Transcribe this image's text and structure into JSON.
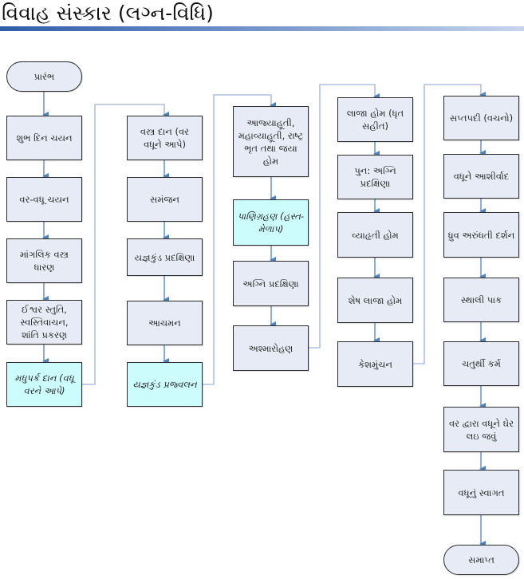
{
  "title": "વિવાહ સંસ્કાર (લગ્ન-વિધિ)",
  "colors": {
    "node_fill": "#e6ebf5",
    "highlight_fill": "#ccfcfc",
    "node_border": "#2b2b2b",
    "connector": "#4f81bd",
    "connector_light": "#9fb4d6"
  },
  "flowchart": {
    "columns": [
      {
        "steps": [
          {
            "label": "પ્રારંભ",
            "type": "terminator"
          },
          {
            "label": "શુભ દિન ચયન",
            "type": "process"
          },
          {
            "label": "વર-વધૂ ચયન",
            "type": "process"
          },
          {
            "label": "માંગલિક વસ્ત્ર ધારણ",
            "type": "process"
          },
          {
            "label": "ઈશ્વર સ્તુતિ, સ્વસ્તિવાચન, શાંતિ પ્રકરણ",
            "type": "process"
          },
          {
            "label": "મધુપર્ક દાન (વધૂ વરને આપે)",
            "type": "highlight"
          }
        ]
      },
      {
        "steps": [
          {
            "label": "વસ્ત્ર દાન (વર વધૂને આપે)",
            "type": "process"
          },
          {
            "label": "સમંજન",
            "type": "process"
          },
          {
            "label": "યજ્ઞકુંડ પ્રદક્ષિણા",
            "type": "process"
          },
          {
            "label": "આચમન",
            "type": "process"
          },
          {
            "label": "યજ્ઞકુંડ પ્રજ્વલન",
            "type": "highlight"
          }
        ]
      },
      {
        "steps": [
          {
            "label": "આજ્યાહૂતી, મહાવ્યાહૂતી, રાષ્ટ્ર ભૃત તથા જયા હોમ",
            "type": "process"
          },
          {
            "label": "પાણિગ્રહણ (હસ્ત-મેળાપ)",
            "type": "highlight"
          },
          {
            "label": "અગ્નિ પ્રદક્ષિણા",
            "type": "process"
          },
          {
            "label": "અશ્મારોહણ",
            "type": "process"
          }
        ]
      },
      {
        "steps": [
          {
            "label": "લાજા હોમ (ધૃત સહીત)",
            "type": "process"
          },
          {
            "label": "પુન: અગ્નિ પ્રદક્ષિણા",
            "type": "process"
          },
          {
            "label": "વ્યાહૃતી હોમ",
            "type": "process"
          },
          {
            "label": "શેષ લાજા હોમ",
            "type": "process"
          },
          {
            "label": "કેશમુંચન",
            "type": "process"
          }
        ]
      },
      {
        "steps": [
          {
            "label": "સપ્તપદી (વચનો)",
            "type": "process"
          },
          {
            "label": "વધૂને આશીર્વાદ",
            "type": "process"
          },
          {
            "label": "ધ્રુવ અરુંધતી દર્શન",
            "type": "process"
          },
          {
            "label": "સ્થાલી પાક",
            "type": "process"
          },
          {
            "label": "ચતુર્થી કર્મ",
            "type": "process"
          },
          {
            "label": "વર દ્વારા વધૂને ઘેર લઇ જવું",
            "type": "process"
          },
          {
            "label": "વધૂનું સ્વાગત",
            "type": "process"
          },
          {
            "label": "સમાપ્ત",
            "type": "terminator"
          }
        ]
      }
    ]
  }
}
